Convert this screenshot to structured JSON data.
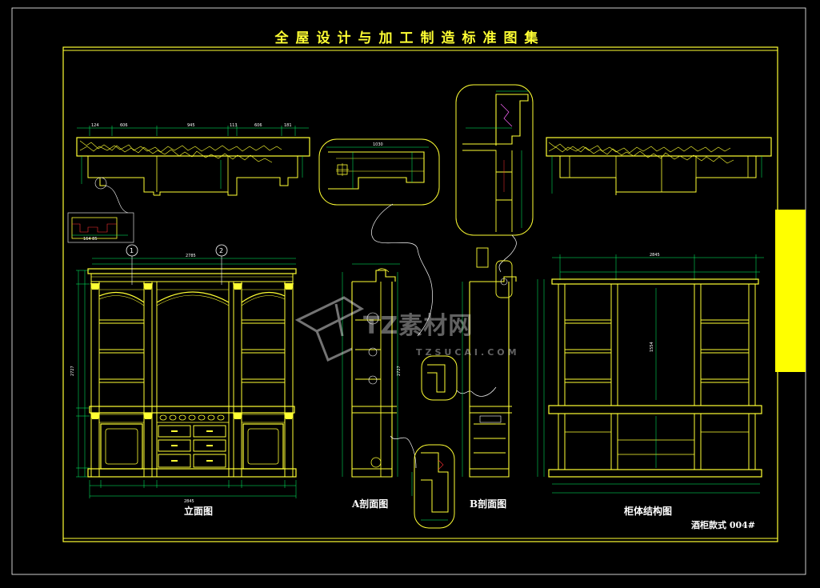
{
  "header": {
    "title": "全屋设计与加工制造标准图集"
  },
  "views": {
    "elevation_label": "立面图",
    "section_a_label": "A剖面图",
    "section_b_label": "B剖面图",
    "structure_label": "柜体结构图"
  },
  "footer": {
    "drawing_id": "酒柜款式 004#"
  },
  "watermark": {
    "brand": "TZ素材网",
    "url": "TZSUCAI.COM"
  },
  "callouts": {
    "marker_1": "1",
    "marker_2": "2"
  },
  "dimensions": {
    "elevation_top_width": "2785",
    "elevation_bottom_width": "2845",
    "elevation_total_height": "2727",
    "structure_top_width": "2845",
    "structure_mid_width": "1554",
    "section_a_height": "2727",
    "plan_segments": [
      "124",
      "606",
      "945",
      "113",
      "606",
      "181"
    ],
    "detail_width": "1030"
  },
  "colors": {
    "line": "#ffff33",
    "dim": "#00ff66",
    "frame": "#ffff33",
    "text": "#ffffff",
    "tab": "#ffff00"
  }
}
